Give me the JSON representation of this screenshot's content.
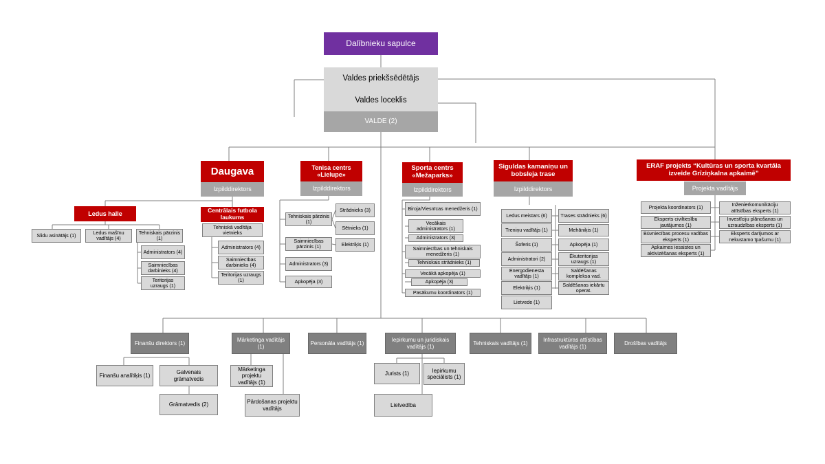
{
  "colors": {
    "assembly": "#7030a0",
    "board": "#d9d9d9",
    "board_label": "#a6a6a6",
    "director": "#c00000",
    "department": "#808080",
    "line": "#7f7f7f"
  },
  "board": {
    "assembly": "Dalībnieku sapulce",
    "chair": "Valdes priekšsēdētājs",
    "member": "Valdes loceklis",
    "label": "VALDE (2)"
  },
  "daugava": {
    "title": "Daugava",
    "role": "Izpilddirektors",
    "ice_hall": {
      "title": "Ledus halle",
      "columns": [
        [
          "Slidu asinātājs (1)"
        ],
        [
          "Ledus mašīnu vadītājs (4)"
        ],
        [
          "Tehniskais pārzinis (1)",
          "Administrators (4)",
          "Saimniecības darbinieks (4)",
          "Teritorijas uzraugs (1)"
        ]
      ]
    },
    "football": {
      "title": "Centrālais futbola laukums",
      "deputy": "Tehniskā vadītāja vietnieks",
      "items": [
        "Administrators (4)",
        "Saimniecības darbinieks (4)",
        "Teritorijas uzraugs (1)"
      ]
    }
  },
  "tennis": {
    "title": "Tenisa centrs «Lielupe»",
    "role": "Izpilddirektors",
    "left": [
      "Tehniskais pārzinis (1)",
      "Saimniecības pārzinis (1)",
      "Administrators (3)",
      "Apkopēja (3)"
    ],
    "right": [
      "Strādnieks (3)",
      "Sētnieks (1)",
      "Elektriķis (1)"
    ]
  },
  "mezaparks": {
    "title": "Sporta centrs «Mežaparks»",
    "role": "Izpilddirektors",
    "items": [
      "Biroja/Viesnīcas menedžeris (1)",
      "Vecākais administrators (1)",
      "Administrators (3)",
      "Saimniecības un tehniskais menedžeris (1)",
      "Tehniskais strādnieks (1)",
      "Vecākā apkopēja (1)",
      "Apkopēja (3)",
      "Pasākumu koordinators (1)"
    ]
  },
  "sigulda": {
    "title": "Siguldas kamaniņu un bobsleja trase",
    "role": "Izpilddirektors",
    "left": [
      "Ledus meistars (6)",
      "Treniņu vadītājs (1)",
      "Šoferis (1)",
      "Administratori (2)",
      "Energodienesta vadītājs (1)",
      "Elektriķis (1)",
      "Lietvede (1)"
    ],
    "right": [
      "Trases strādnieks (6)",
      "Mehāniķis (1)",
      "Apkopēja (1)",
      "Ēkuteritorijas uzraugs (1)",
      "Saldēšanas kompleksa vad.",
      "Saldēšanas iekārtu operat."
    ]
  },
  "erdf": {
    "title": "ERAF projekts “Kultūras un sporta kvartāla izveide Grīziņkalna apkaimē”",
    "role": "Projekta vadītājs",
    "left": [
      "Projekta koordinators (1)",
      "Eksperts civiltiesību jautājumos (1)",
      "Būvniecības procesu vadības eksperts (1)",
      "Apkaimes iesaistes un aktivizēšanas eksperts (1)"
    ],
    "right": [
      "Inženierkomunikāciju attīstības eksperts (1)",
      "Investīciju plānošanas un uzraudzības eksperts (1)",
      "Eksperts darījumos ar nekustamo īpašumu (1)"
    ]
  },
  "departments": {
    "finance": "Finanšu direktors (1)",
    "finance_analyst": "Finanšu analītiķis (1)",
    "chief_accountant": "Galvenais grāmatvedis",
    "accountant": "Grāmatvedis (2)",
    "marketing": "Mārketinga vadītājs (1)",
    "marketing_pm": "Mārketinga projektu vadītājs (1)",
    "sales_pm": "Pārdošanas projektu vadītājs",
    "personnel": "Personāla vadītājs (1)",
    "procurement": "Iepirkumu un juridiskais vadītājs (1)",
    "lawyer": "Jurists (1)",
    "procurement_spec": "Iepirkumu speciālists (1)",
    "records": "Lietvedība",
    "technical": "Tehniskais vadītājs (1)",
    "infrastructure": "Infrastruktūras attīstības vadītājs (1)",
    "security": "Drošības vadītājs"
  }
}
